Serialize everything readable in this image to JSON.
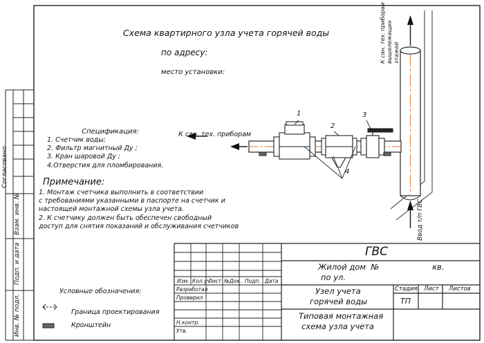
{
  "title": {
    "line1": "Схема квартирного узла учета горячей воды",
    "line2": "по адресу:",
    "line3": "место установки:"
  },
  "spec": {
    "heading": "Спецификация:",
    "items": [
      "1. Счетчик воды;",
      "2. Фильтр магнитный Ду ;",
      "3. Кран шаровой Ду ;",
      "4.Отверстия для пломбирования."
    ]
  },
  "notes": {
    "heading": "Примечание:",
    "lines": [
      "1. Монтаж счетчика выполнить в соответствии",
      "с требованиями указанными в паспорте на счетчик и",
      "настоящей монтажной схемы узла учета.",
      "2. К счетчику должен быть обеспечен свободный",
      "доступ для снятия показаний и обслуживания счетчиков"
    ]
  },
  "diagram": {
    "label_to_devices": "К сан. тех. приборам",
    "label_upper_floors": [
      "К сан. тех. приборам",
      "вышележащих",
      "этажей"
    ],
    "label_riser": "Ввод т/п ГВС",
    "callouts": [
      "1",
      "2",
      "3",
      "4"
    ]
  },
  "legend": {
    "heading": "Условные обозначения:",
    "boundary": "Граница проектирования",
    "bracket": "Кронштейн"
  },
  "side_labels": {
    "agreed": "Согласовано",
    "inv_replace": "Взам. инв. №",
    "sign_date": "Подп. и дата",
    "inv_orig": "Инв. № подл."
  },
  "title_block": {
    "code": "ГВС",
    "object_line1": "Жилой дом  №                     кв.",
    "object_line2": "по ул.",
    "headers": [
      "Изм.",
      "Кол.уч.",
      "Лист",
      "№Док.",
      "Подп.",
      "Дата"
    ],
    "roles": [
      "Разработал",
      "Проверил",
      "Н.контр.",
      "Утв."
    ],
    "node_name_line1": "Узел учета",
    "node_name_line2": "горячей воды",
    "doc_name_line1": "Типовая монтажная",
    "doc_name_line2": "схема узла учета",
    "stage_label": "Стадия",
    "sheet_label": "Лист",
    "sheets_label": "Листов",
    "stage_value": "ТП"
  }
}
